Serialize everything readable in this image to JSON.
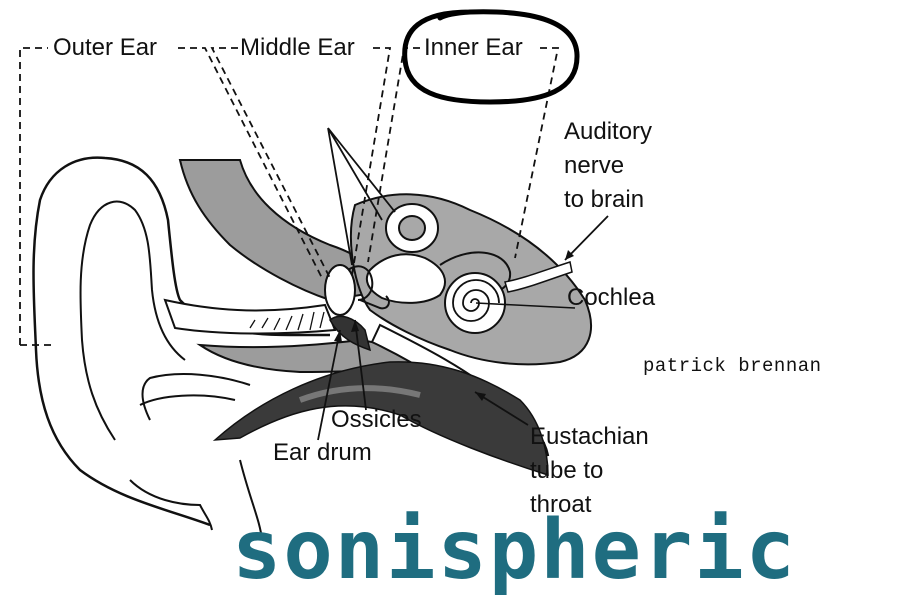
{
  "labels": {
    "outer_ear": "Outer Ear",
    "middle_ear": "Middle Ear",
    "inner_ear": "Inner Ear",
    "auditory_nerve": [
      "Auditory",
      "nerve",
      "to brain"
    ],
    "cochlea": "Cochlea",
    "ossicles": "Ossicles",
    "ear_drum": "Ear drum",
    "eustachian_tube": [
      "Eustachian",
      "tube to",
      "throat"
    ]
  },
  "credit": "patrick brennan",
  "brand": "sonispheric",
  "colors": {
    "brand": "#1f6d80",
    "canal_fill": "#9c9c9c",
    "inner_fill": "#a8a8a8",
    "throat_fill": "#3a3a3a",
    "line": "#111111",
    "circle_annotation": "#000000"
  }
}
